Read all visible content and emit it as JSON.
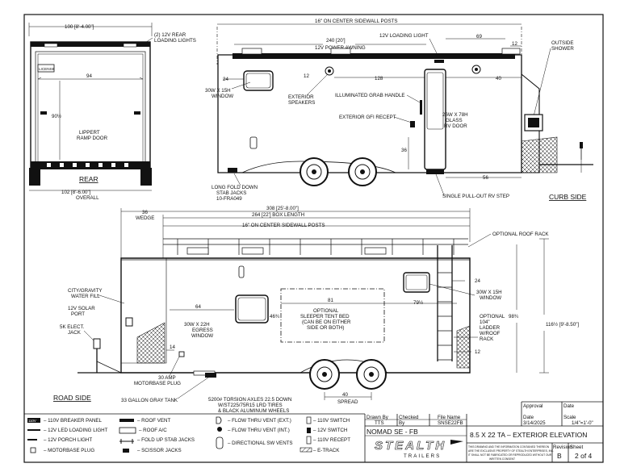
{
  "rear_view": {
    "width_top": "100 [8'-4.00\"]",
    "rear_lights": "(2) 12V REAR",
    "rear_lights_2": "LOADING LIGHTS",
    "license": "LICENSE",
    "inner_width": "94",
    "height": "90½",
    "ramp_1": "LIPPERT",
    "ramp_2": "RAMP DOOR",
    "title": "REAR",
    "width_bottom": "102 [8'-6.00\"]",
    "overall": "OVERALL"
  },
  "curb_side": {
    "posts": "16\" ON CENTER SIDEWALL POSTS",
    "loading_light": "12V LOADING LIGHT",
    "awning_dim": "240 [20']",
    "awning": "12V POWER AWNING",
    "dim_69": "69",
    "dim_12": "12",
    "shower_1": "OUTSIDE",
    "shower_2": "SHOWER",
    "dim_24": "24",
    "dim_12b": "12",
    "dim_128": "128",
    "dim_40": "40",
    "window_1": "30W X 15H",
    "window_2": "WINDOW",
    "speakers_1": "EXTERIOR",
    "speakers_2": "SPEAKERS",
    "grab": "ILLUMINATED GRAB HANDLE",
    "gfi": "EXTERIOR GFI RECEPT",
    "door_1": "26W X 78H",
    "door_2": "GLASS",
    "door_3": "RV DOOR",
    "dim_36": "36",
    "dim_56": "56",
    "jacks_1": "LONG FOLD DOWN",
    "jacks_2": "STAB JACKS",
    "jacks_3": "10-FRA049",
    "step": "SINGLE PULL-OUT RV STEP",
    "title": "CURB SIDE"
  },
  "road_side": {
    "wedge_dim": "36",
    "wedge": "WEDGE",
    "overall_dim": "308 [25'-8.00\"]",
    "box_dim": "264 [22'] BOX LENGTH",
    "posts": "16\" ON CENTER SIDEWALL POSTS",
    "roof_rack": "OPTIONAL ROOF RACK",
    "water_1": "CITY/GRAVITY",
    "water_2": "WATER FILL",
    "solar_1": "12V SOLAR",
    "solar_2": "PORT",
    "jack_1": "5K ELECT.",
    "jack_2": "JACK",
    "dim_64": "64",
    "egress_1": "30W X 22H",
    "egress_2": "EGRESS",
    "egress_3": "WINDOW",
    "dim_81": "81",
    "dim_46": "46¾",
    "tent_1": "OPTIONAL",
    "tent_2": "SLEEPER TENT BED",
    "tent_3": "(CAN BE ON EITHER",
    "tent_4": "SIDE OR BOTH)",
    "dim_79": "79½",
    "dim_24": "24",
    "window_1": "30W X 15H",
    "window_2": "WINDOW",
    "dim_98": "98¾",
    "ladder_1": "OPTIONAL",
    "ladder_2": "104\"",
    "ladder_3": "LADDER",
    "ladder_4": "W/ROOF",
    "ladder_5": "RACK",
    "height": "116½ [9'-8.50\"]",
    "dim_14": "14",
    "dim_12": "12",
    "motor_1": "30 AMP",
    "motor_2": "MOTORBASE PLUG",
    "gray": "33 GALLON GRAY TANK",
    "axles_1": "5200# TORSION AXLES 22.5 DOWN",
    "axles_2": "W/ST225/75R15 LRD TIRES",
    "axles_3": "& BLACK ALUMINUM WHEELS",
    "spread_dim": "40",
    "spread": "SPREAD",
    "title": "ROAD SIDE"
  },
  "legend": [
    {
      "sym": "110V",
      "text": "– 110V BREAKER PANEL"
    },
    {
      "sym": "",
      "text": "– 12V LED LOADING LIGHT"
    },
    {
      "sym": "",
      "text": "– 12V  PORCH LIGHT"
    },
    {
      "sym": "",
      "text": "– MOTORBASE PLUG"
    },
    {
      "sym": "",
      "text": "– ROOF VENT"
    },
    {
      "sym": "",
      "text": "– ROOF A/C"
    },
    {
      "sym": "",
      "text": "– FOLD UP STAB JACKS"
    },
    {
      "sym": "",
      "text": "– SCISSOR JACKS"
    },
    {
      "sym": "",
      "text": "– FLOW THRU VENT (EXT.)"
    },
    {
      "sym": "",
      "text": "– FLOW THRU VENT (INT.)"
    },
    {
      "sym": "",
      "text": "– DIRECTIONAL SW VENTS"
    },
    {
      "sym": "",
      "text": "– 110V SWITCH"
    },
    {
      "sym": "",
      "text": "– 12V SWITCH"
    },
    {
      "sym": "",
      "text": "– 110V RECEPT"
    },
    {
      "sym": "",
      "text": "– E-TRACK"
    }
  ],
  "title_block": {
    "drawn_by_label": "Drawn By",
    "drawn_by": "TTS",
    "checked_label": "Checked",
    "checked_by": "By",
    "file_label": "File Name",
    "file": "SNSE22FB",
    "model": "NOMAD SE - FB",
    "logo": "STEALTH",
    "logo_sub": "TRAILERS",
    "approval": "Approval",
    "date_label": "Date",
    "date_label2": "Date",
    "date": "3/14/2025",
    "scale_label": "Scale",
    "scale": "1/4\"=1'-0\"",
    "title": "8.5 X 22 TA  –  EXTERIOR ELEVATION",
    "disclaimer_1": "THIS DRAWING AND THE INFORMATION CONTAINED THEREON",
    "disclaimer_2": "ARE THE EXCLUSIVE PROPERTY OF STEALTH ENTERPRISES, INC.",
    "disclaimer_3": "IT SHALL NOT BE FABRICATED OR REPRODUCED WITHOUT OUR",
    "disclaimer_4": "WRITTEN CONSENT",
    "revision_label": "Revision",
    "revision": "B",
    "sheet_label": "Sheet",
    "sheet": "2  of  4"
  }
}
